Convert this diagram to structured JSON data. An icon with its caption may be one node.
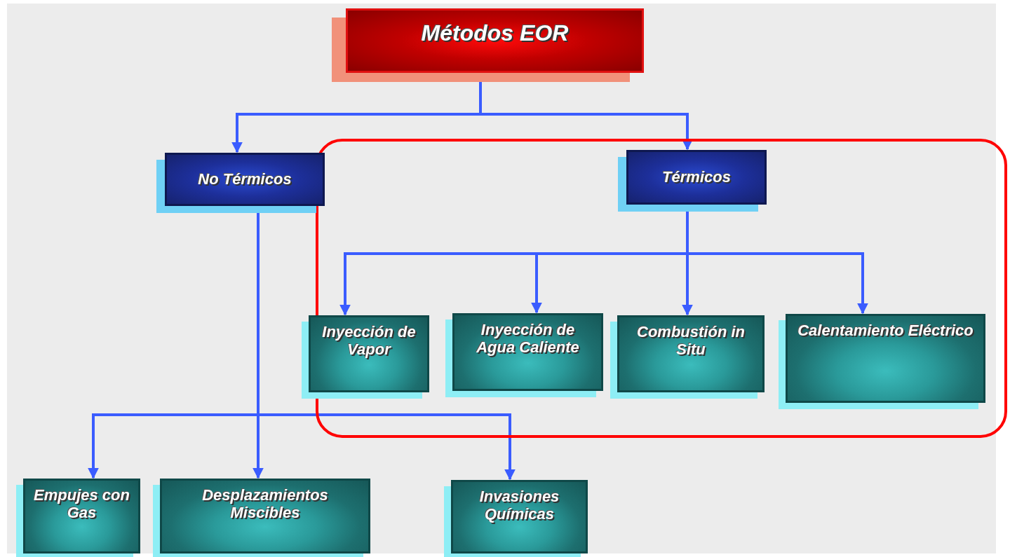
{
  "diagram": {
    "nodes": [
      {
        "text": [
          "Métodos EOR"
        ]
      },
      {
        "text": [
          "No Térmicos"
        ]
      },
      {
        "text": [],
        "shape": "box"
      },
      {
        "text": [
          "Térmicos"
        ],
        "in": 2
      },
      {
        "text": [
          "Inyección de Vapor"
        ],
        "in": 2
      },
      {
        "text": [
          "Inyección de Agua Caliente"
        ],
        "in": 2
      },
      {
        "text": [
          "Combustión in Situ"
        ],
        "in": 2
      },
      {
        "text": [
          "Calentamiento Eléctrico"
        ],
        "in": 2
      },
      {
        "text": [
          "Empujes con Gas"
        ]
      },
      {
        "text": [
          "Desplazamientos Miscibles"
        ]
      },
      {
        "text": [
          "Invasiones Químicas"
        ]
      }
    ],
    "edges": [
      {
        "from": 0,
        "to": 1,
        "arrow": "to"
      },
      {
        "from": 0,
        "to": 3,
        "arrow": "to"
      },
      {
        "from": 3,
        "to": 4,
        "arrow": "to"
      },
      {
        "from": 3,
        "to": 5,
        "arrow": "to"
      },
      {
        "from": 3,
        "to": 6,
        "arrow": "to"
      },
      {
        "from": 3,
        "to": 7,
        "arrow": "to"
      },
      {
        "from": 1,
        "to": 8,
        "arrow": "to"
      },
      {
        "from": 1,
        "to": 9,
        "arrow": "to"
      },
      {
        "from": 1,
        "to": 10,
        "arrow": "to"
      }
    ]
  }
}
